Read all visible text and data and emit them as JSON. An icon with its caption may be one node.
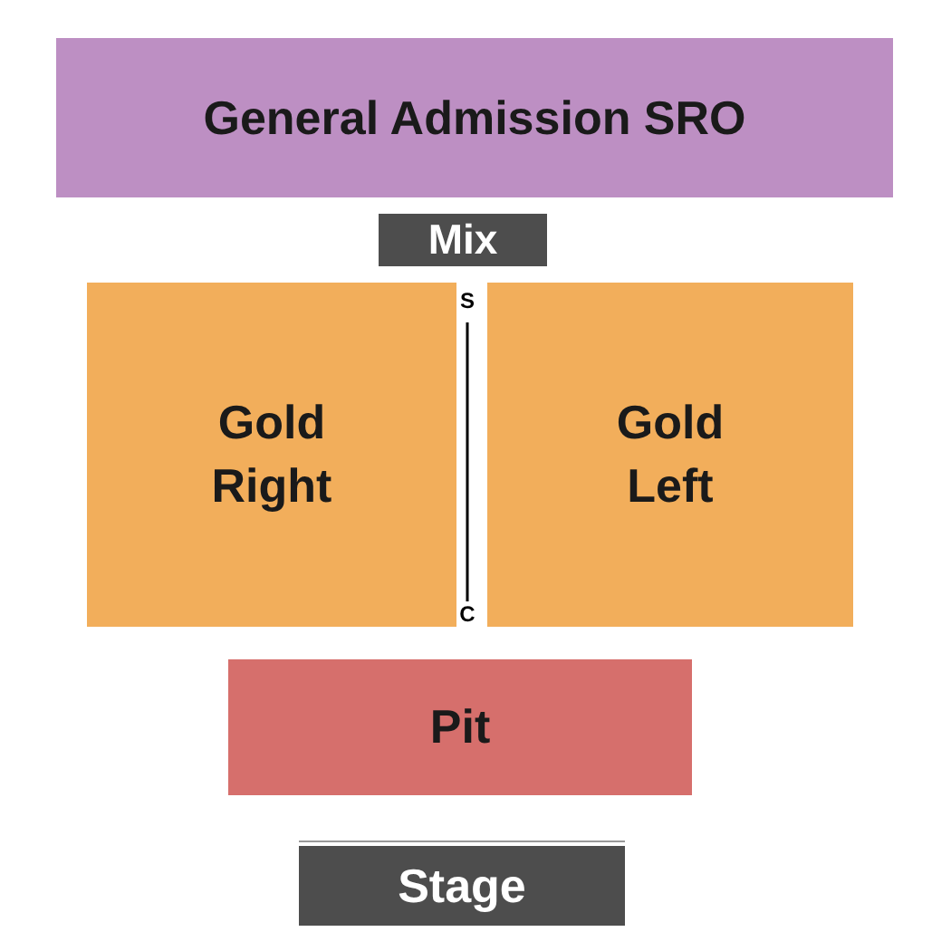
{
  "diagram": {
    "nodes": [
      {
        "text": [
          "General Admission SRO"
        ]
      },
      {
        "text": [
          "Mix"
        ]
      },
      {
        "text": [
          "Gold Right"
        ]
      },
      {
        "text": [
          "Gold Left"
        ]
      },
      {
        "text": [
          "Pit"
        ]
      },
      {
        "text": [
          "Stage"
        ]
      }
    ],
    "labels": [
      "S",
      "C"
    ]
  }
}
